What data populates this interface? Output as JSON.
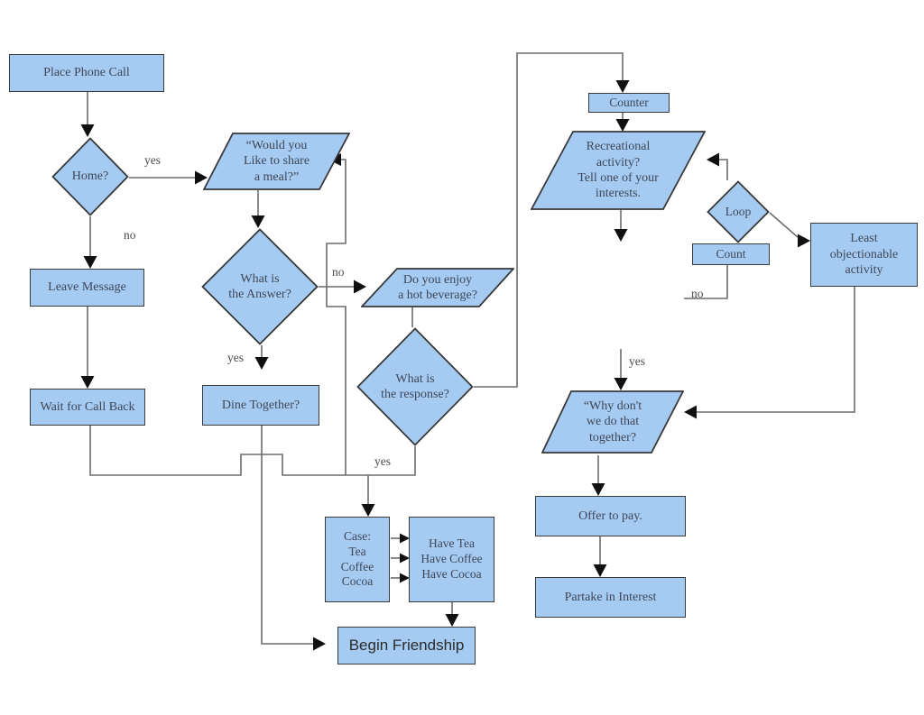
{
  "diagram": {
    "colors": {
      "shape_fill": "#A5CBF2",
      "shape_border": "#3A3A3A",
      "connector_line": "#6C6C6C",
      "arrowhead": "#101010",
      "node_text": "#3E4757",
      "edge_label_text": "#4C4C4C"
    },
    "nodes": {
      "place_phone_call": {
        "shape": "rectangle",
        "text": "Place Phone Call"
      },
      "home": {
        "shape": "diamond",
        "text": "Home?"
      },
      "meal": {
        "shape": "parallelogram",
        "text": "“Would you\nLike to share\na meal?”"
      },
      "leave_message": {
        "shape": "rectangle",
        "text": "Leave Message"
      },
      "wait_for_call_back": {
        "shape": "rectangle",
        "text": "Wait for Call Back"
      },
      "what_is_the_answer": {
        "shape": "diamond",
        "text": "What is\nthe Answer?"
      },
      "dine_together": {
        "shape": "rectangle",
        "text": "Dine Together?"
      },
      "hot_beverage": {
        "shape": "parallelogram",
        "text": "Do you enjoy\na hot beverage?"
      },
      "what_is_the_response": {
        "shape": "diamond",
        "text": "What is\nthe response?"
      },
      "case_list": {
        "shape": "rectangle",
        "text": "Case:\nTea\nCoffee\nCocoa"
      },
      "have_list": {
        "shape": "rectangle",
        "text": "Have Tea\nHave Coffee\nHave Cocoa"
      },
      "begin_friendship": {
        "shape": "rectangle",
        "text": "Begin Friendship"
      },
      "counter": {
        "shape": "rectangle",
        "text": "Counter"
      },
      "recreational": {
        "shape": "parallelogram",
        "text": "Recreational\nactivity?\nTell one of  your\ninterests."
      },
      "loop": {
        "shape": "diamond",
        "text": "Loop"
      },
      "count": {
        "shape": "rectangle",
        "text": "Count"
      },
      "least_objectionable": {
        "shape": "rectangle",
        "text": "Least\nobjectionable\nactivity"
      },
      "why_dont": {
        "shape": "parallelogram",
        "text": "“Why don't\nwe do that\ntogether?"
      },
      "offer_to_pay": {
        "shape": "rectangle",
        "text": "Offer to pay."
      },
      "partake": {
        "shape": "rectangle",
        "text": "Partake in Interest"
      }
    },
    "edge_labels": {
      "home_yes": "yes",
      "home_no": "no",
      "answer_yes": "yes",
      "answer_no": "no",
      "response_yes": "yes",
      "share_yes": "yes",
      "share_no": "no"
    }
  }
}
